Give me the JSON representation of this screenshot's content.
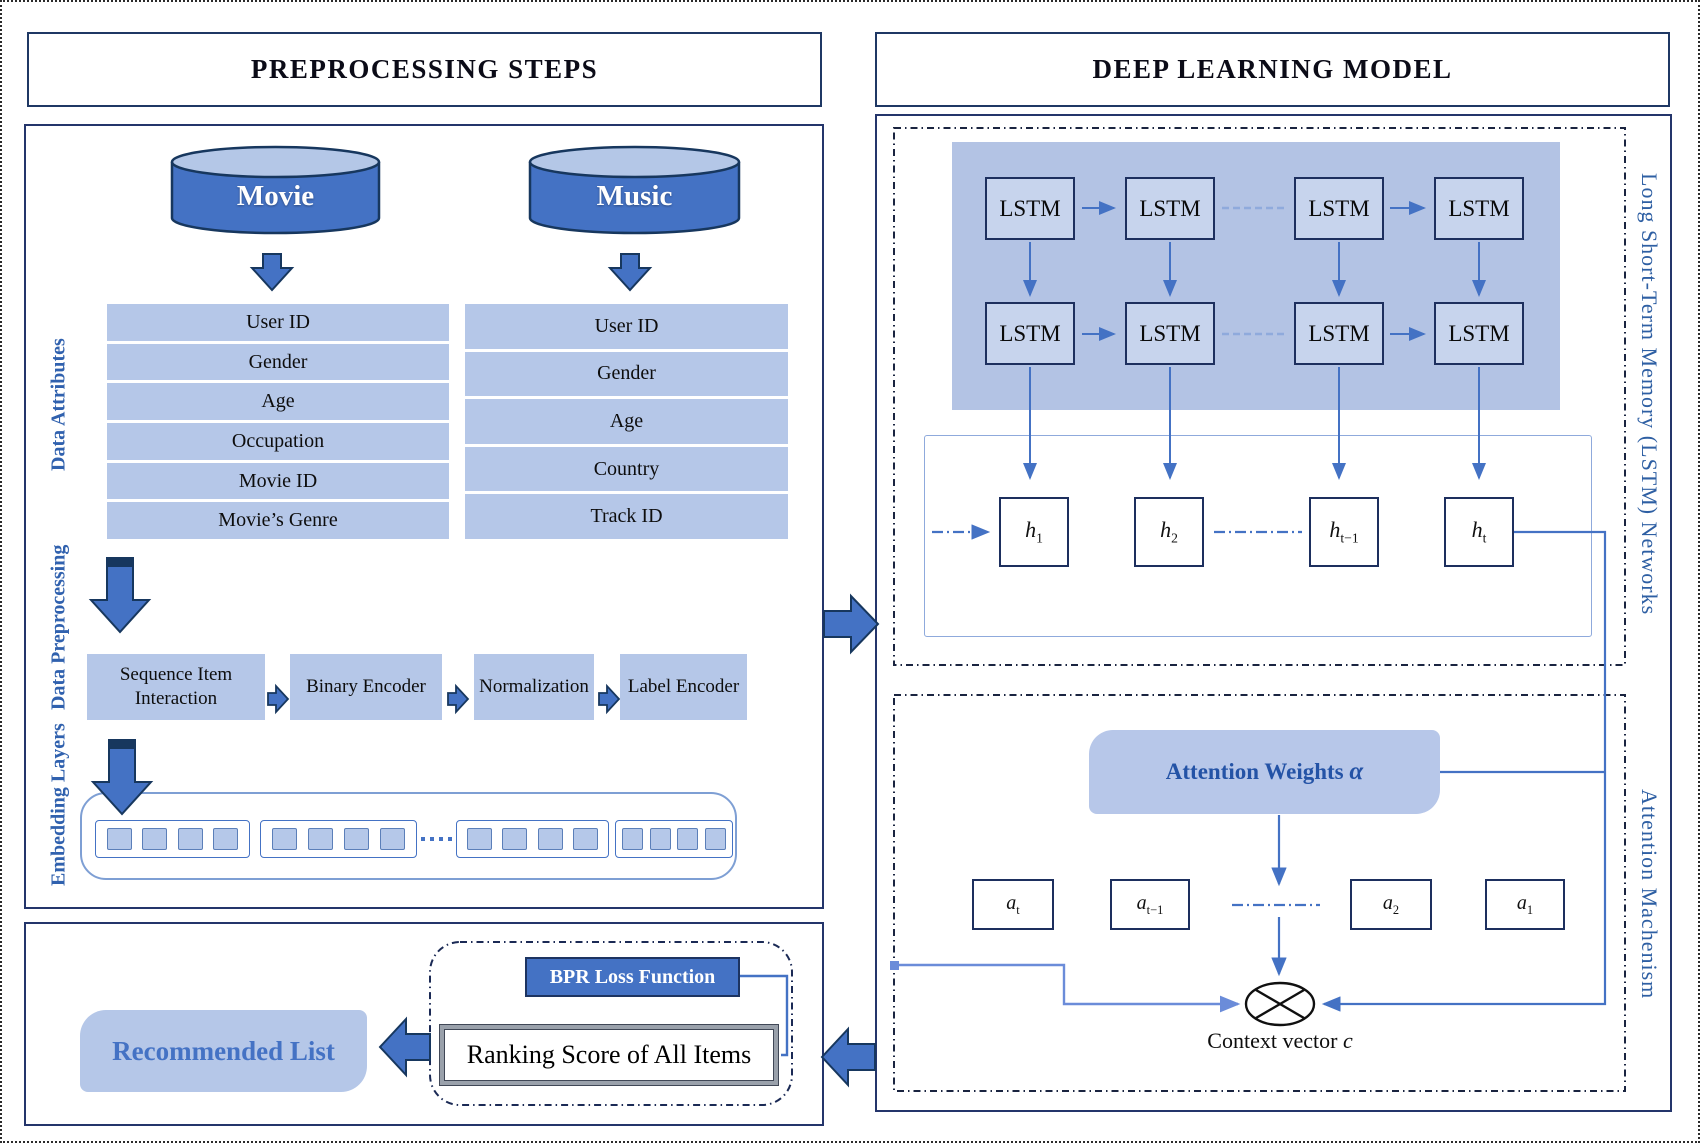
{
  "colors": {
    "accent": "#4472c4",
    "panel_border": "#1f3864",
    "light_fill": "#b5c7e8",
    "lstm_shade": "#b3c3e4",
    "blue_text": "#2e5fa3",
    "dashdot_border": "#1a2440",
    "ranking_border": "#9aa1ab"
  },
  "left": {
    "title": "PREPROCESSING STEPS",
    "movie_db": "Movie",
    "music_db": "Music",
    "labels": {
      "attributes": "Data Attributes",
      "preprocessing": "Data Preprocessing",
      "embedding": "Embedding Layers"
    },
    "movie_rows": [
      "User ID",
      "Gender",
      "Age",
      "Occupation",
      "Movie ID",
      "Movie’s Genre"
    ],
    "music_rows": [
      "User ID",
      "Gender",
      "Age",
      "Country",
      "Track ID"
    ],
    "steps": [
      "Sequence Item Interaction",
      "Binary Encoder",
      "Normalization",
      "Label Encoder"
    ]
  },
  "output": {
    "bpr": "BPR Loss Function",
    "ranking": "Ranking Score of All Items",
    "recommended": "Recommended List"
  },
  "right": {
    "title": "DEEP LEARNING MODEL",
    "lstm_vertical": "Long Short-Term Memory (LSTM) Networks",
    "attention_vertical": "Attention Machenism",
    "lstm": "LSTM",
    "hidden": [
      {
        "b": "h",
        "s": "1"
      },
      {
        "b": "h",
        "s": "2"
      },
      {
        "b": "h",
        "s": "t−1"
      },
      {
        "b": "h",
        "s": "t"
      }
    ],
    "attention_weights": "Attention Weights",
    "alpha": "α",
    "units": [
      {
        "b": "a",
        "s": "t"
      },
      {
        "b": "a",
        "s": "t−1"
      },
      {
        "b": "a",
        "s": "2"
      },
      {
        "b": "a",
        "s": "1"
      }
    ],
    "context": "Context vector",
    "context_var": "c"
  },
  "icons": {
    "down_arrow": "block arrow pointing down",
    "right_arrow": "block arrow pointing right",
    "left_arrow": "block arrow pointing left",
    "multiply": "circled times (element-wise product)"
  }
}
